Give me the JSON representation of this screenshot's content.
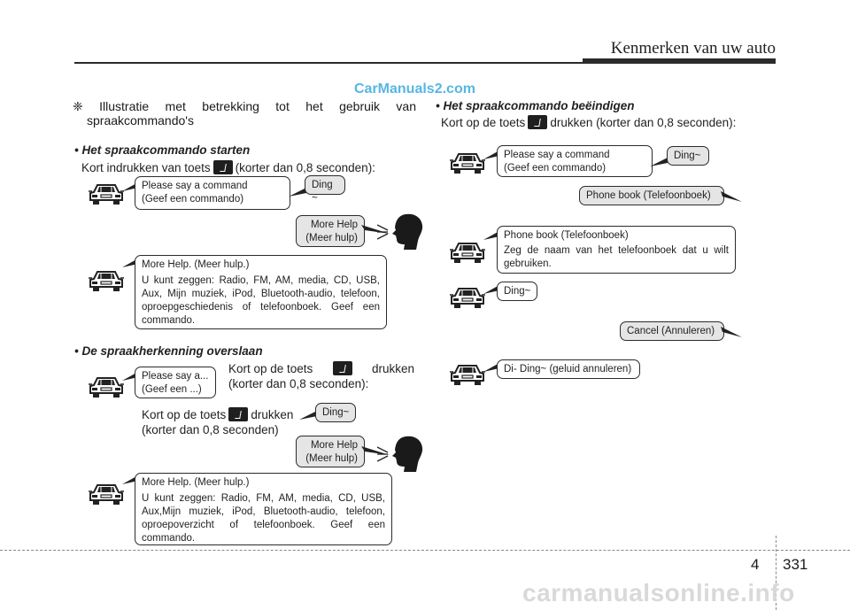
{
  "header": {
    "title": "Kenmerken van uw auto"
  },
  "watermark_top": "CarManuals2.com",
  "watermark_bottom": "carmanualsonline.info",
  "caption": {
    "bullet": "❈",
    "line1": "Illustratie met betrekking tot het gebruik van",
    "line2": "spraakcommando's"
  },
  "left": {
    "start": {
      "heading": "• Het spraakcommando starten",
      "instr_before": "Kort indrukken van toets",
      "instr_after": "(korter dan 0,8 seconden):",
      "bubble_command": [
        "Please say a command",
        "(Geef een commando)"
      ],
      "bubble_ding": "Ding ~",
      "bubble_more_help": [
        "More Help",
        "(Meer hulp)"
      ],
      "bubble_help_title": "More Help. (Meer hulp.)",
      "bubble_help_body": "U kunt zeggen: Radio, FM, AM, media, CD, USB, Aux, Mijn muziek, iPod, Bluetooth-audio, telefoon, oproepgeschiedenis of telefoonboek. Geef een commando."
    },
    "skip": {
      "heading": "• De spraakherkenning overslaan",
      "bubble_command": [
        "Please say a...",
        "(Geef een ...)"
      ],
      "instr1_line1_before": "Kort op de toets",
      "instr1_line1_after": "drukken",
      "instr1_line2": "(korter dan 0,8 seconden):",
      "instr2_line1_before": "Kort op de toets",
      "instr2_line1_after": "drukken",
      "instr2_line2": "(korter dan 0,8 seconden)",
      "bubble_ding": "Ding~",
      "bubble_more_help": [
        "More Help",
        "(Meer hulp)"
      ],
      "bubble_help_title": "More Help. (Meer hulp.)",
      "bubble_help_body": "U kunt zeggen: Radio, FM, AM, media, CD, USB, Aux,Mijn muziek, iPod, Bluetooth-audio, telefoon, oproepoverzicht of telefoonboek. Geef een commando."
    }
  },
  "right": {
    "heading": "• Het spraakcommando beëindigen",
    "instr_before": "Kort op de toets",
    "instr_after": "drukken (korter dan 0,8 seconden):",
    "bubble_command": [
      "Please say a command",
      "(Geef een commando)"
    ],
    "bubble_ding1": "Ding~",
    "bubble_phonebook_user": "Phone book (Telefoonboek)",
    "bubble_phonebook_title": "Phone book (Telefoonboek)",
    "bubble_phonebook_body": "Zeg de naam van het telefoonboek dat u wilt gebruiken.",
    "bubble_ding2": "Ding~",
    "bubble_cancel": "Cancel (Annuleren)",
    "bubble_diding": "Di- Ding~ (geluid annuleren)"
  },
  "footer": {
    "chapter": "4",
    "page": "331"
  },
  "colors": {
    "watermark": "#57b6e3",
    "rule": "#2b2b2b",
    "bubble_gray": "#e5e5e5"
  },
  "icons": [
    "car-icon",
    "speaker-head-icon",
    "voice-key-icon"
  ]
}
